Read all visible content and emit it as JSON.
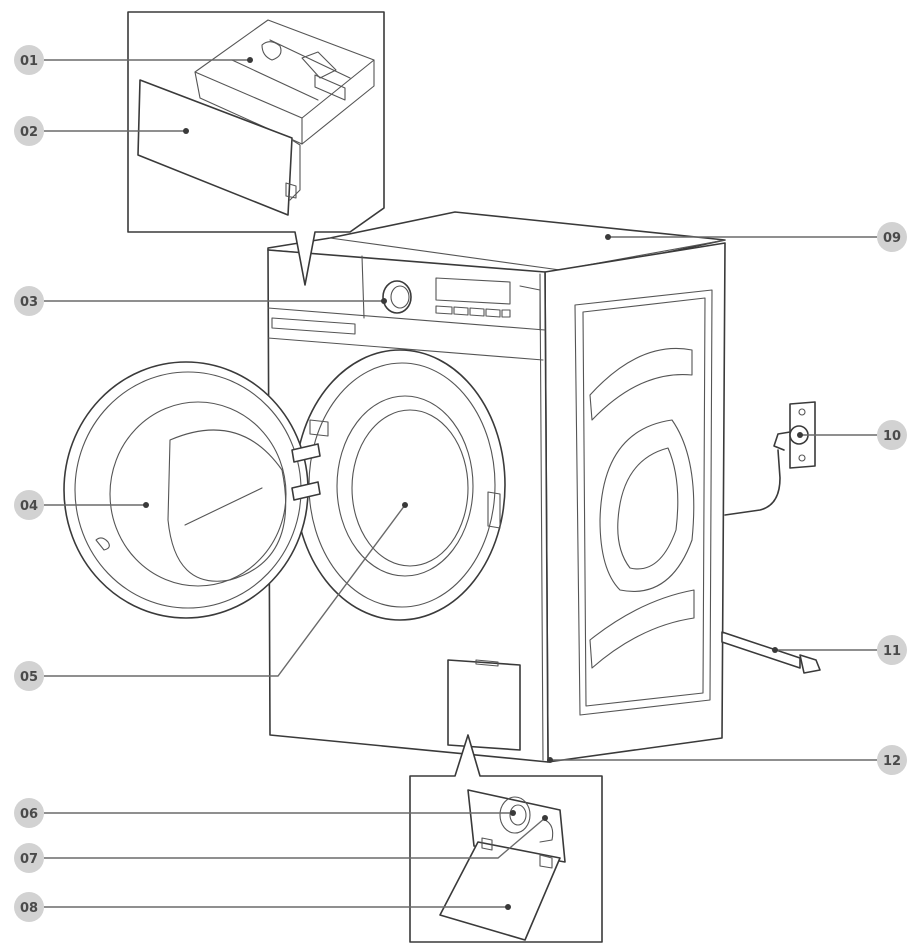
{
  "callouts": [
    {
      "id": "01"
    },
    {
      "id": "02"
    },
    {
      "id": "03"
    },
    {
      "id": "04"
    },
    {
      "id": "05"
    },
    {
      "id": "06"
    },
    {
      "id": "07"
    },
    {
      "id": "08"
    },
    {
      "id": "09"
    },
    {
      "id": "10"
    },
    {
      "id": "11"
    },
    {
      "id": "12"
    }
  ],
  "colors": {
    "line": "#3a3a3a",
    "badge": "#d2d2d2",
    "badge_text": "#4a4a4a",
    "background": "#ffffff"
  }
}
